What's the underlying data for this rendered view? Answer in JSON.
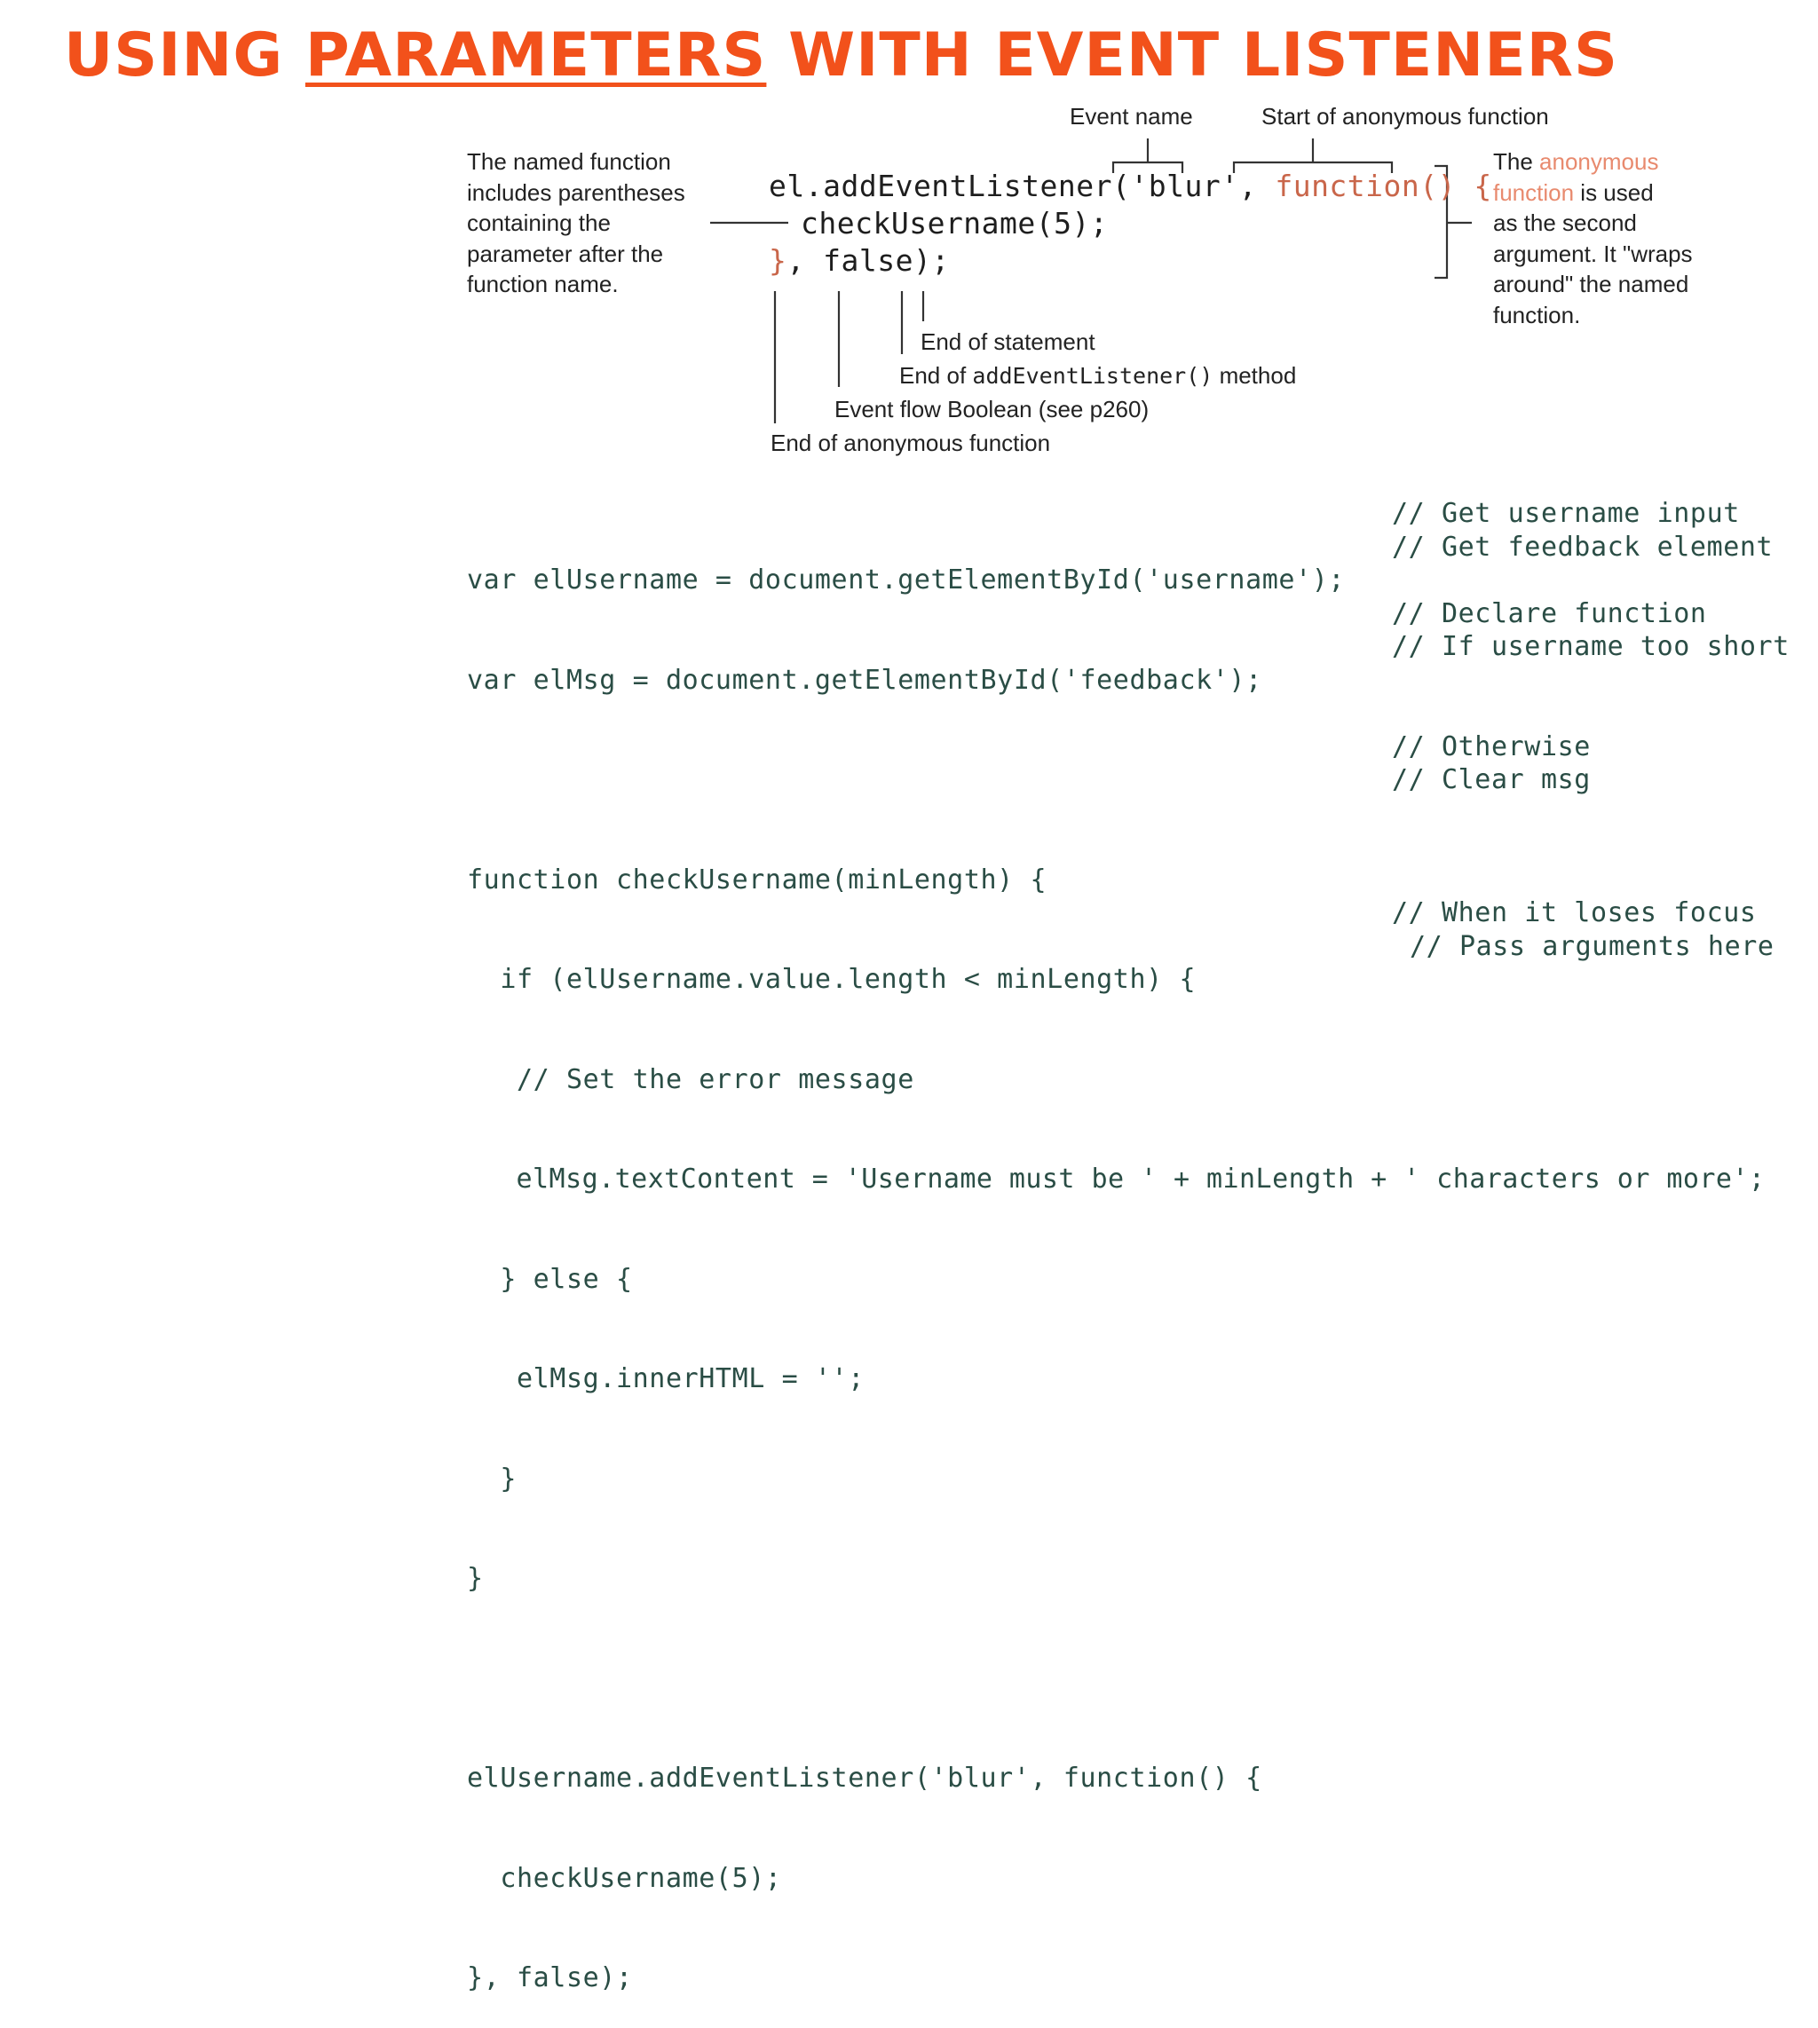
{
  "title": {
    "part1": "USING ",
    "part2": "PARAMETERS",
    "part3": " WITH EVENT LISTENERS"
  },
  "diagram": {
    "label_event_name": "Event name",
    "label_start_anon": "Start of anonymous function",
    "left_note": [
      "The named function",
      "includes parentheses",
      "containing the",
      "parameter after the",
      "function name."
    ],
    "right_note": {
      "pre": "The ",
      "hl1": "anonymous",
      "hl2": "function",
      "post1": " is used",
      "lines": [
        "as the second",
        "argument. It \"wraps",
        "around\" the named",
        "function."
      ]
    },
    "code1_a": "el.addEventListener(",
    "code1_b": "'blur'",
    "code1_c": ", ",
    "code1_d": "function() {",
    "code2": "checkUsername(5);",
    "code3_a": "}",
    "code3_b": ", false);",
    "label_end_statement": "End of statement",
    "label_end_method_pre": "End of ",
    "label_end_method_code": "addEventListener()",
    "label_end_method_post": " method",
    "label_event_flow": "Event flow Boolean (see p260)",
    "label_end_anon": "End of anonymous function"
  },
  "program": {
    "lines": [
      "var elUsername = document.getElementById('username');",
      "var elMsg = document.getElementById('feedback');",
      "",
      "function checkUsername(minLength) {",
      "  if (elUsername.value.length < minLength) {",
      "   // Set the error message",
      "   elMsg.textContent = 'Username must be ' + minLength + ' characters or more';",
      "  } else {",
      "   elMsg.innerHTML = '';",
      "  }",
      "}",
      "",
      "elUsername.addEventListener('blur', function() {",
      "  checkUsername(5);",
      "}, false);"
    ],
    "comments": {
      "c0": "// Get username input",
      "c1": "// Get feedback element",
      "c3": "// Declare function",
      "c4": "// If username too short",
      "c7": "// Otherwise",
      "c8": "// Clear msg",
      "c12": "// When it loses focus",
      "c13": "// Pass arguments here"
    }
  }
}
